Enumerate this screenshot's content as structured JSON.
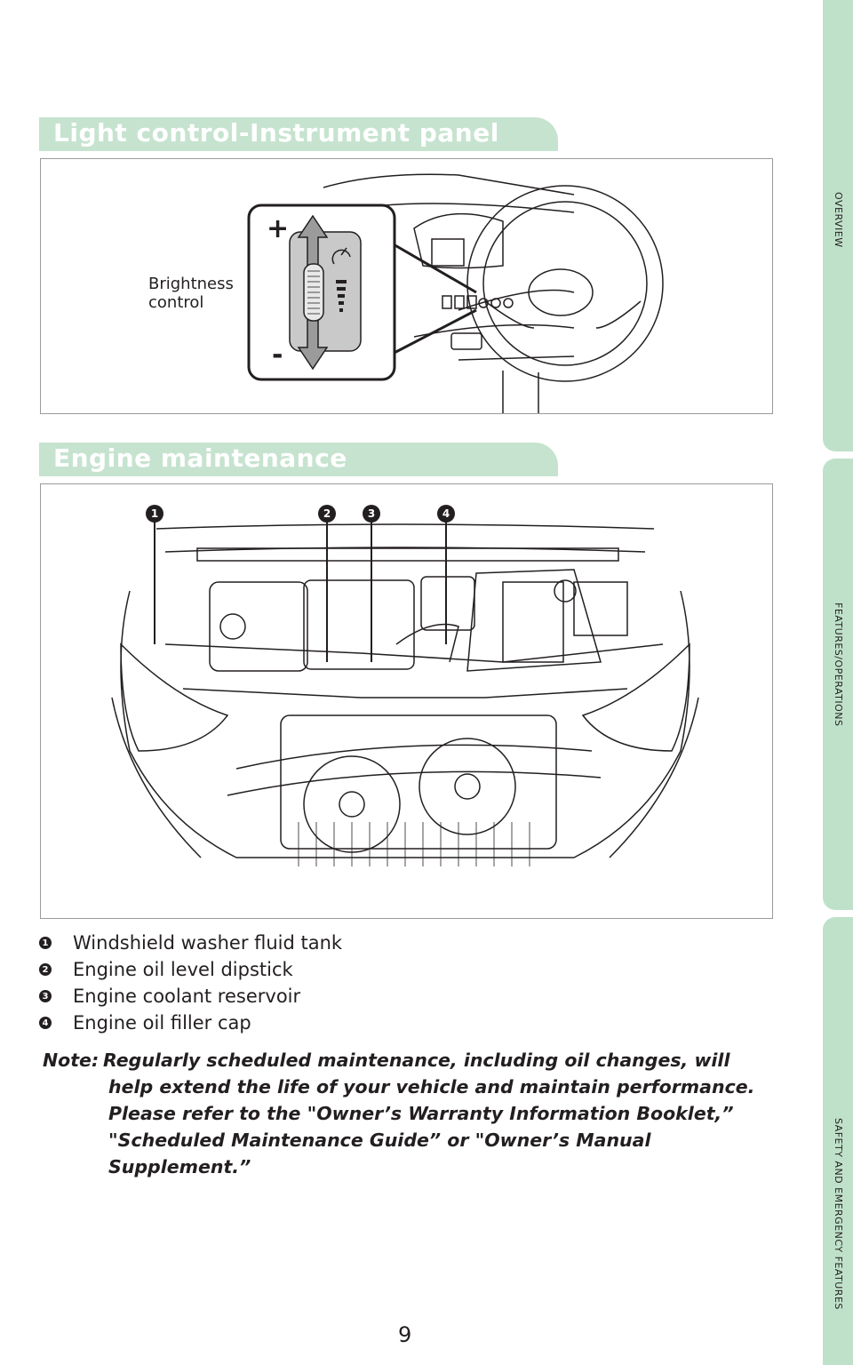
{
  "sections": {
    "light": {
      "title": "Light control-Instrument panel",
      "callout": "Brightness\ncontrol",
      "plus": "+",
      "minus": "-"
    },
    "engine": {
      "title": "Engine maintenance",
      "callouts": [
        "1",
        "2",
        "3",
        "4"
      ]
    }
  },
  "legend": [
    {
      "num": "1",
      "text": "Windshield washer fluid tank"
    },
    {
      "num": "2",
      "text": "Engine oil level dipstick"
    },
    {
      "num": "3",
      "text": "Engine coolant reservoir"
    },
    {
      "num": "4",
      "text": "Engine oil filler cap"
    }
  ],
  "note": {
    "label": "Note:",
    "text": "Regularly scheduled maintenance, including oil changes, will help extend the life of your vehicle and maintain performance. Please refer to the \"Owner’s Warranty Information Booklet,” \"Scheduled Maintenance Guide” or \"Owner’s Manual Supplement.”"
  },
  "side_tabs": [
    "OVERVIEW",
    "FEATURES/OPERATIONS",
    "SAFETY AND EMERGENCY FEATURES"
  ],
  "page_number": "9",
  "colors": {
    "tab_green": "#c6e3cf",
    "side_green": "#bfe1c9",
    "ink": "#231f20"
  }
}
